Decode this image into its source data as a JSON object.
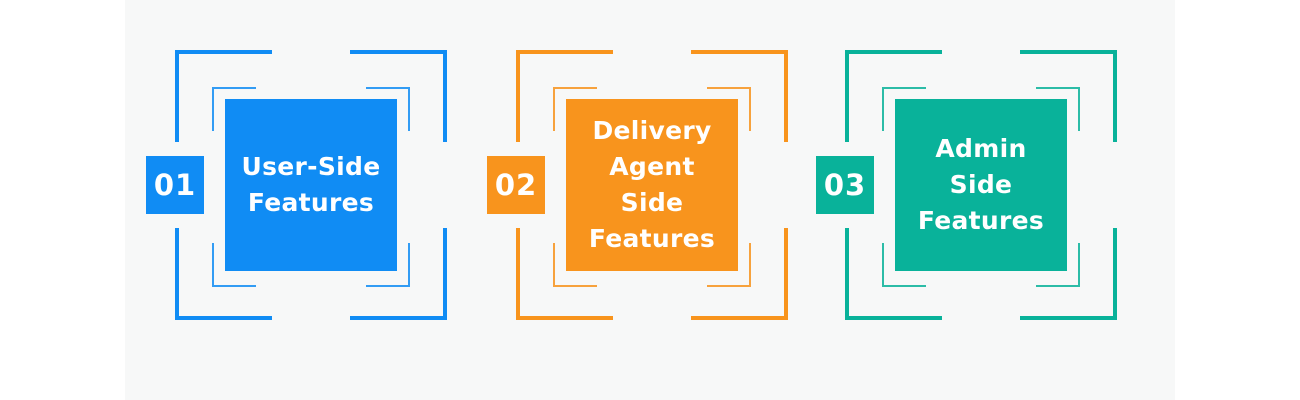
{
  "figure": {
    "background": "#ffffff",
    "panel_background": "#f7f8f8",
    "text_color": "#ffffff"
  },
  "cards": [
    {
      "number": "01",
      "lines": [
        "User-Side",
        "Features"
      ],
      "color": "#108CF4"
    },
    {
      "number": "02",
      "lines": [
        "Delivery",
        "Agent",
        "Side",
        "Features"
      ],
      "color": "#F8941D"
    },
    {
      "number": "03",
      "lines": [
        "Admin",
        "Side",
        "Features"
      ],
      "color": "#09B29A"
    }
  ]
}
